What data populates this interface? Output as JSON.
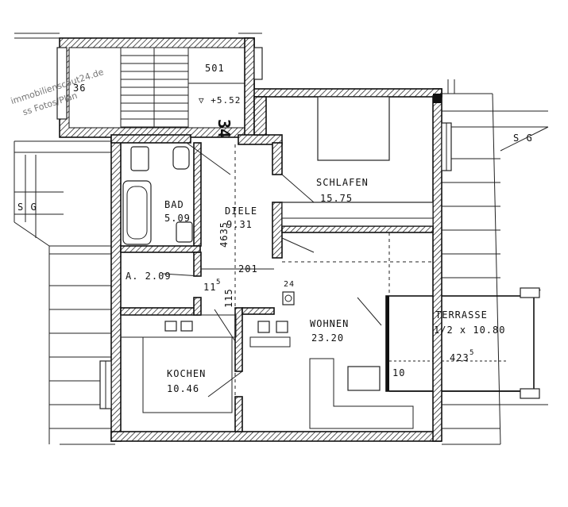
{
  "watermark": {
    "line1": "immobilienscout24.de",
    "line2": "ss Fotos/Plän"
  },
  "labels": {
    "stair_number": "501",
    "stair_small": "36",
    "level": "▽ +5.52",
    "unit_number": "34",
    "sg_left": "S G",
    "sg_right": "S G"
  },
  "rooms": [
    {
      "id": "schlafen",
      "name": "SCHLAFEN",
      "area": "15.75"
    },
    {
      "id": "bad",
      "name": "BAD",
      "area": "5.09"
    },
    {
      "id": "diele",
      "name": "DIELE",
      "area": "9.31"
    },
    {
      "id": "abstell",
      "name": "A. 2.09",
      "area": ""
    },
    {
      "id": "kochen",
      "name": "KOCHEN",
      "area": "10.46"
    },
    {
      "id": "wohnen",
      "name": "WOHNEN",
      "area": "23.20"
    },
    {
      "id": "terrasse",
      "name": "TERRASSE",
      "area": "1/2 x 10.80"
    }
  ],
  "dimensions": {
    "d4635": "4635",
    "d201": "201",
    "d11": "11",
    "d11_sup": "5",
    "d115": "115",
    "d24": "24",
    "d423": "423",
    "d423_sup": "5",
    "d10": "10"
  }
}
